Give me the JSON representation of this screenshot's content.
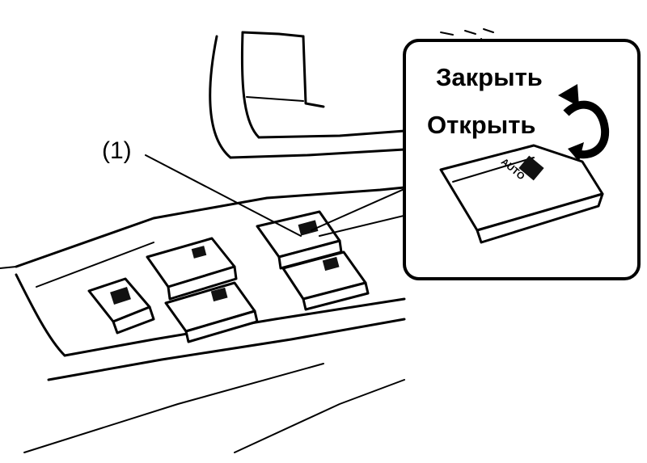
{
  "callout": {
    "number": "(1)"
  },
  "inset": {
    "close_label": "Закрыть",
    "open_label": "Открыть",
    "switch_text": "AUTO"
  },
  "colors": {
    "line": "#000000",
    "background": "#ffffff"
  }
}
